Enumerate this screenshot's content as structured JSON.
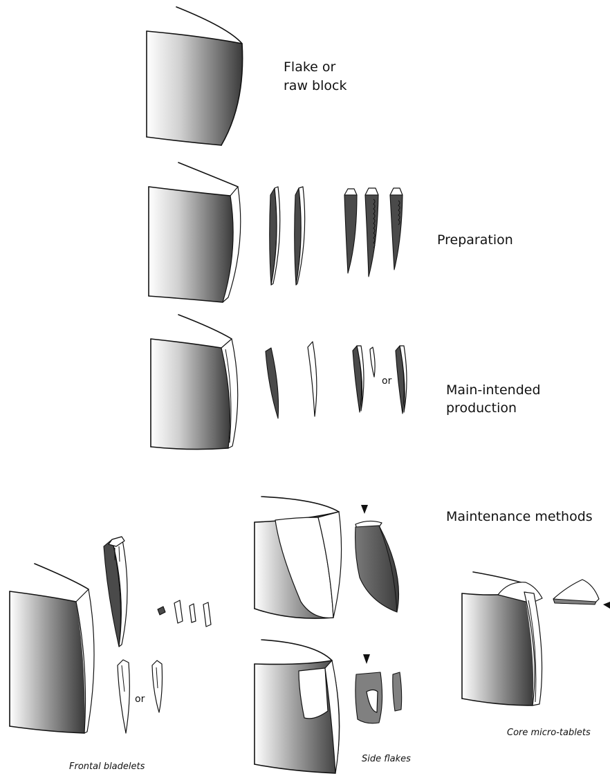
{
  "labels": {
    "stage1": [
      "Flake or",
      "raw block"
    ],
    "stage2": "Preparation",
    "stage3": [
      "Main-intended",
      "production"
    ],
    "stage4": "Maintenance methods",
    "or": "or"
  },
  "captions": {
    "frontal": "Frontal bladelets",
    "side": "Side flakes",
    "tablets": "Core micro-tablets"
  },
  "colors": {
    "stroke": "#111111",
    "shade_light": "#ffffff",
    "shade_dark": "#3a3a3a",
    "fragment": "#808080"
  }
}
